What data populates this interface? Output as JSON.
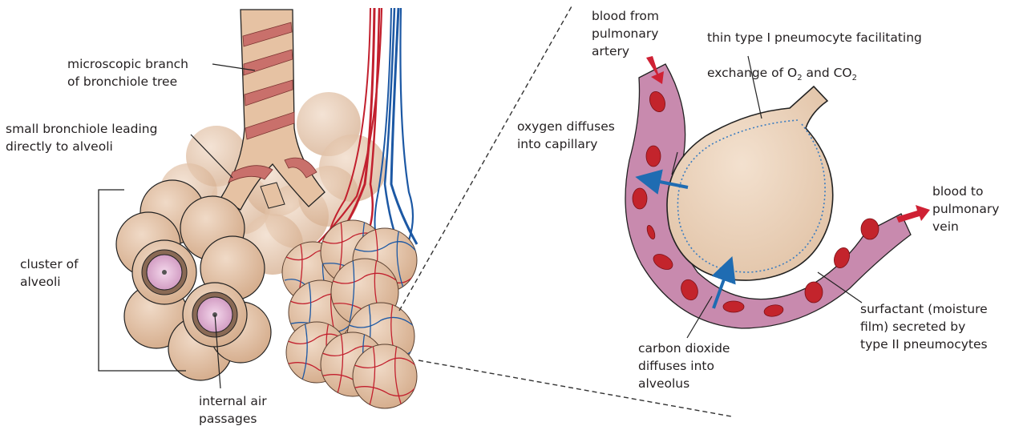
{
  "labels": {
    "bronchiole_branch": "microscopic branch\nof bronchiole tree",
    "small_bronchiole": "small bronchiole leading\ndirectly to alveoli",
    "cluster": "cluster of\nalveoli",
    "air_passages": "internal air\npassages",
    "blood_artery": "blood from\npulmonary\nartery",
    "pneumocyte_line1": "thin type I pneumocyte facilitating",
    "pneumocyte_line2_prefix": "exchange of O",
    "pneumocyte_sub1": "2",
    "pneumocyte_and": " and CO",
    "pneumocyte_sub2": "2",
    "oxygen": "oxygen diffuses\ninto capillary",
    "carbon_dioxide": "carbon dioxide\ndiffuses into\nalveolus",
    "blood_vein": "blood to\npulmonary\nvein",
    "surfactant": "surfactant (moisture\nfilm) secreted by\ntype II pneumocytes"
  },
  "colors": {
    "alveolus_fill": "#e3c2a6",
    "alveolus_dark": "#b38866",
    "bronchiole_band": "#c9706b",
    "capillary_wall": "#c88aae",
    "red_cell": "#c3242c",
    "oxygen_arrow": "#1f6cb2",
    "blood_arrow": "#cf2134",
    "artery": "#c2202e",
    "vein": "#1c58a4"
  }
}
